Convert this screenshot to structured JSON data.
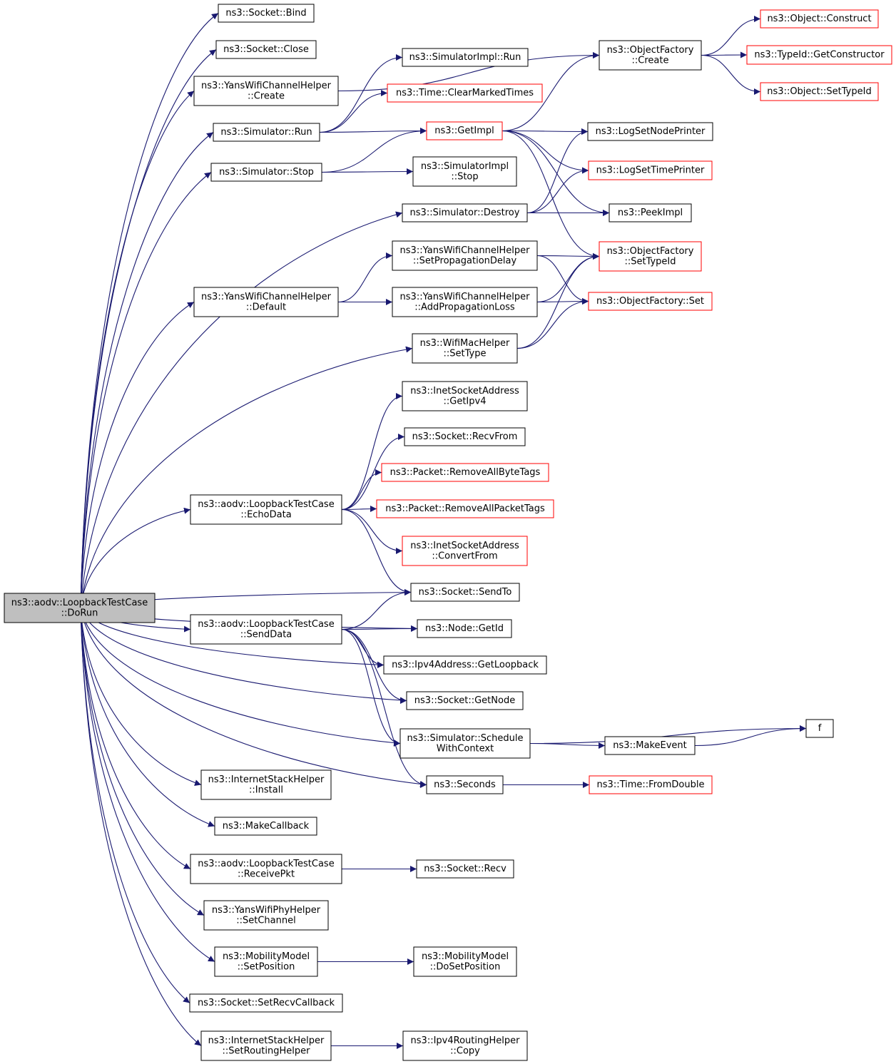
{
  "graph": {
    "colors": {
      "edge": "#191970",
      "node_border": "#000000",
      "node_border_undocumented": "#ff0000",
      "root_fill": "#bfbfbf",
      "node_fill": "#ffffff"
    },
    "nodes": [
      {
        "id": "root",
        "lines": [
          "ns3::aodv::LoopbackTestCase",
          "::DoRun"
        ],
        "style": "root"
      },
      {
        "id": "sock_bind",
        "lines": [
          "ns3::Socket::Bind"
        ],
        "style": "normal"
      },
      {
        "id": "sock_close",
        "lines": [
          "ns3::Socket::Close"
        ],
        "style": "normal"
      },
      {
        "id": "ywch_create",
        "lines": [
          "ns3::YansWifiChannelHelper",
          "::Create"
        ],
        "style": "normal"
      },
      {
        "id": "sim_run",
        "lines": [
          "ns3::Simulator::Run"
        ],
        "style": "normal"
      },
      {
        "id": "sim_stop",
        "lines": [
          "ns3::Simulator::Stop"
        ],
        "style": "normal"
      },
      {
        "id": "ywch_default",
        "lines": [
          "ns3::YansWifiChannelHelper",
          "::Default"
        ],
        "style": "normal"
      },
      {
        "id": "echodata",
        "lines": [
          "ns3::aodv::LoopbackTestCase",
          "::EchoData"
        ],
        "style": "normal"
      },
      {
        "id": "senddata",
        "lines": [
          "ns3::aodv::LoopbackTestCase",
          "::SendData"
        ],
        "style": "normal"
      },
      {
        "id": "ish_install",
        "lines": [
          "ns3::InternetStackHelper",
          "::Install"
        ],
        "style": "normal"
      },
      {
        "id": "makecallback",
        "lines": [
          "ns3::MakeCallback"
        ],
        "style": "normal"
      },
      {
        "id": "receivepkt",
        "lines": [
          "ns3::aodv::LoopbackTestCase",
          "::ReceivePkt"
        ],
        "style": "normal"
      },
      {
        "id": "ywph_setchannel",
        "lines": [
          "ns3::YansWifiPhyHelper",
          "::SetChannel"
        ],
        "style": "normal"
      },
      {
        "id": "mm_setpos",
        "lines": [
          "ns3::MobilityModel",
          "::SetPosition"
        ],
        "style": "normal"
      },
      {
        "id": "sock_setrecvcb",
        "lines": [
          "ns3::Socket::SetRecvCallback"
        ],
        "style": "normal"
      },
      {
        "id": "ish_setrouting",
        "lines": [
          "ns3::InternetStackHelper",
          "::SetRoutingHelper"
        ],
        "style": "normal"
      },
      {
        "id": "simimpl_run",
        "lines": [
          "ns3::SimulatorImpl::Run"
        ],
        "style": "normal"
      },
      {
        "id": "time_clear",
        "lines": [
          "ns3::Time::ClearMarkedTimes"
        ],
        "style": "red"
      },
      {
        "id": "getimpl",
        "lines": [
          "ns3::GetImpl"
        ],
        "style": "red"
      },
      {
        "id": "simimpl_stop",
        "lines": [
          "ns3::SimulatorImpl",
          "::Stop"
        ],
        "style": "normal"
      },
      {
        "id": "sim_destroy",
        "lines": [
          "ns3::Simulator::Destroy"
        ],
        "style": "normal"
      },
      {
        "id": "ywch_setprop",
        "lines": [
          "ns3::YansWifiChannelHelper",
          "::SetPropagationDelay"
        ],
        "style": "normal"
      },
      {
        "id": "ywch_addprop",
        "lines": [
          "ns3::YansWifiChannelHelper",
          "::AddPropagationLoss"
        ],
        "style": "normal"
      },
      {
        "id": "wmh_settype",
        "lines": [
          "ns3::WifiMacHelper",
          "::SetType"
        ],
        "style": "normal"
      },
      {
        "id": "isa_getipv4",
        "lines": [
          "ns3::InetSocketAddress",
          "::GetIpv4"
        ],
        "style": "normal"
      },
      {
        "id": "sock_recvfrom",
        "lines": [
          "ns3::Socket::RecvFrom"
        ],
        "style": "normal"
      },
      {
        "id": "pkt_rmbyte",
        "lines": [
          "ns3::Packet::RemoveAllByteTags"
        ],
        "style": "red"
      },
      {
        "id": "pkt_rmpacket",
        "lines": [
          "ns3::Packet::RemoveAllPacketTags"
        ],
        "style": "red"
      },
      {
        "id": "isa_convert",
        "lines": [
          "ns3::InetSocketAddress",
          "::ConvertFrom"
        ],
        "style": "red"
      },
      {
        "id": "sock_sendto",
        "lines": [
          "ns3::Socket::SendTo"
        ],
        "style": "normal"
      },
      {
        "id": "node_getid",
        "lines": [
          "ns3::Node::GetId"
        ],
        "style": "normal"
      },
      {
        "id": "ipv4_loopback",
        "lines": [
          "ns3::Ipv4Address::GetLoopback"
        ],
        "style": "normal"
      },
      {
        "id": "sock_getnode",
        "lines": [
          "ns3::Socket::GetNode"
        ],
        "style": "normal"
      },
      {
        "id": "sim_schedctx",
        "lines": [
          "ns3::Simulator::Schedule",
          "WithContext"
        ],
        "style": "normal"
      },
      {
        "id": "seconds",
        "lines": [
          "ns3::Seconds"
        ],
        "style": "normal"
      },
      {
        "id": "sock_recv",
        "lines": [
          "ns3::Socket::Recv"
        ],
        "style": "normal"
      },
      {
        "id": "mm_dosetpos",
        "lines": [
          "ns3::MobilityModel",
          "::DoSetPosition"
        ],
        "style": "normal"
      },
      {
        "id": "ipv4rh_copy",
        "lines": [
          "ns3::Ipv4RoutingHelper",
          "::Copy"
        ],
        "style": "normal"
      },
      {
        "id": "of_create",
        "lines": [
          "ns3::ObjectFactory",
          "::Create"
        ],
        "style": "normal"
      },
      {
        "id": "log_nodeprinter",
        "lines": [
          "ns3::LogSetNodePrinter"
        ],
        "style": "normal"
      },
      {
        "id": "log_timeprinter",
        "lines": [
          "ns3::LogSetTimePrinter"
        ],
        "style": "red"
      },
      {
        "id": "peekimpl",
        "lines": [
          "ns3::PeekImpl"
        ],
        "style": "normal"
      },
      {
        "id": "of_settypeid",
        "lines": [
          "ns3::ObjectFactory",
          "::SetTypeId"
        ],
        "style": "red"
      },
      {
        "id": "of_set",
        "lines": [
          "ns3::ObjectFactory::Set"
        ],
        "style": "red"
      },
      {
        "id": "makeevent",
        "lines": [
          "ns3::MakeEvent"
        ],
        "style": "normal"
      },
      {
        "id": "time_fromdouble",
        "lines": [
          "ns3::Time::FromDouble"
        ],
        "style": "red"
      },
      {
        "id": "f",
        "lines": [
          "f"
        ],
        "style": "normal"
      },
      {
        "id": "obj_construct",
        "lines": [
          "ns3::Object::Construct"
        ],
        "style": "red"
      },
      {
        "id": "typeid_getctor",
        "lines": [
          "ns3::TypeId::GetConstructor"
        ],
        "style": "red"
      },
      {
        "id": "obj_settypeid",
        "lines": [
          "ns3::Object::SetTypeId"
        ],
        "style": "red"
      }
    ],
    "edges": [
      [
        "root",
        "sock_bind"
      ],
      [
        "root",
        "sock_close"
      ],
      [
        "root",
        "ywch_create"
      ],
      [
        "root",
        "sim_run"
      ],
      [
        "root",
        "sim_stop"
      ],
      [
        "root",
        "sim_destroy"
      ],
      [
        "root",
        "ywch_default"
      ],
      [
        "root",
        "wmh_settype"
      ],
      [
        "root",
        "echodata"
      ],
      [
        "root",
        "sock_sendto"
      ],
      [
        "root",
        "node_getid"
      ],
      [
        "root",
        "senddata"
      ],
      [
        "root",
        "ipv4_loopback"
      ],
      [
        "root",
        "sock_getnode"
      ],
      [
        "root",
        "sim_schedctx"
      ],
      [
        "root",
        "seconds"
      ],
      [
        "root",
        "ish_install"
      ],
      [
        "root",
        "makecallback"
      ],
      [
        "root",
        "receivepkt"
      ],
      [
        "root",
        "ywph_setchannel"
      ],
      [
        "root",
        "mm_setpos"
      ],
      [
        "root",
        "sock_setrecvcb"
      ],
      [
        "root",
        "ish_setrouting"
      ],
      [
        "ywch_create",
        "of_create"
      ],
      [
        "sim_run",
        "simimpl_run"
      ],
      [
        "sim_run",
        "time_clear"
      ],
      [
        "sim_run",
        "getimpl"
      ],
      [
        "sim_stop",
        "getimpl"
      ],
      [
        "sim_stop",
        "simimpl_stop"
      ],
      [
        "sim_destroy",
        "log_nodeprinter"
      ],
      [
        "sim_destroy",
        "log_timeprinter"
      ],
      [
        "sim_destroy",
        "peekimpl"
      ],
      [
        "getimpl",
        "of_create"
      ],
      [
        "getimpl",
        "log_nodeprinter"
      ],
      [
        "getimpl",
        "log_timeprinter"
      ],
      [
        "getimpl",
        "peekimpl"
      ],
      [
        "getimpl",
        "of_settypeid"
      ],
      [
        "of_create",
        "obj_construct"
      ],
      [
        "of_create",
        "typeid_getctor"
      ],
      [
        "of_create",
        "obj_settypeid"
      ],
      [
        "ywch_default",
        "ywch_setprop"
      ],
      [
        "ywch_default",
        "ywch_addprop"
      ],
      [
        "ywch_setprop",
        "of_settypeid"
      ],
      [
        "ywch_setprop",
        "of_set"
      ],
      [
        "ywch_addprop",
        "of_settypeid"
      ],
      [
        "ywch_addprop",
        "of_set"
      ],
      [
        "wmh_settype",
        "of_settypeid"
      ],
      [
        "wmh_settype",
        "of_set"
      ],
      [
        "echodata",
        "isa_getipv4"
      ],
      [
        "echodata",
        "sock_recvfrom"
      ],
      [
        "echodata",
        "pkt_rmbyte"
      ],
      [
        "echodata",
        "pkt_rmpacket"
      ],
      [
        "echodata",
        "isa_convert"
      ],
      [
        "echodata",
        "sock_sendto"
      ],
      [
        "senddata",
        "sock_sendto"
      ],
      [
        "senddata",
        "node_getid"
      ],
      [
        "senddata",
        "ipv4_loopback"
      ],
      [
        "senddata",
        "sock_getnode"
      ],
      [
        "senddata",
        "sim_schedctx"
      ],
      [
        "senddata",
        "seconds"
      ],
      [
        "sim_schedctx",
        "f"
      ],
      [
        "sim_schedctx",
        "makeevent"
      ],
      [
        "makeevent",
        "f"
      ],
      [
        "seconds",
        "time_fromdouble"
      ],
      [
        "receivepkt",
        "sock_recv"
      ],
      [
        "mm_setpos",
        "mm_dosetpos"
      ],
      [
        "ish_setrouting",
        "ipv4rh_copy"
      ]
    ]
  }
}
